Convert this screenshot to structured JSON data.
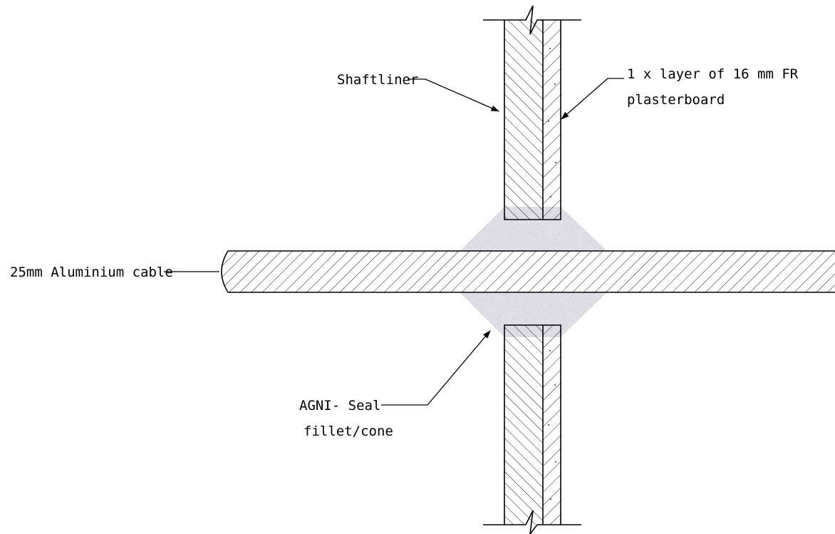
{
  "labels": {
    "shaftliner": "Shaftliner",
    "plasterboard_line1": "1 x layer of 16 mm FR",
    "plasterboard_line2": "plasterboard",
    "cable": "25mm Aluminium cable",
    "seal_line1": "AGNI- Seal",
    "seal_line2": "fillet/cone"
  },
  "colors": {
    "line": "#000000",
    "sealant": "#8a8a96",
    "sealant_bg": "#e7e6ee"
  }
}
